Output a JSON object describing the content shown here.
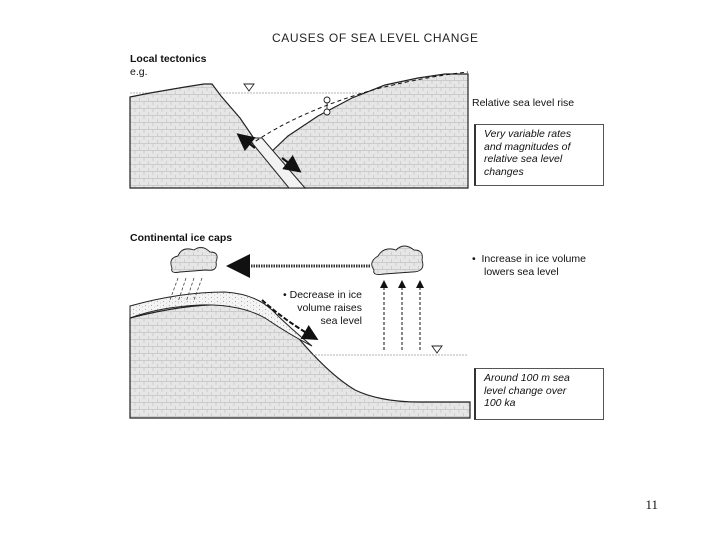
{
  "figure": {
    "title": "CAUSES OF SEA LEVEL CHANGE"
  },
  "tectonics": {
    "heading": "Local tectonics",
    "subheading": "e.g.",
    "label": "Relative sea level rise",
    "note_lines": [
      "Very variable rates",
      "and magnitudes of",
      "relative sea level",
      "changes"
    ]
  },
  "ice": {
    "heading": "Continental ice caps",
    "increase_lines": [
      "Increase in ice volume",
      "lowers sea level"
    ],
    "decrease_lines": [
      "Decrease in ice",
      "volume raises",
      "sea level"
    ],
    "note_lines": [
      "Around 100 m sea",
      "level change over",
      "100 ka"
    ]
  },
  "page": {
    "number": "11"
  }
}
